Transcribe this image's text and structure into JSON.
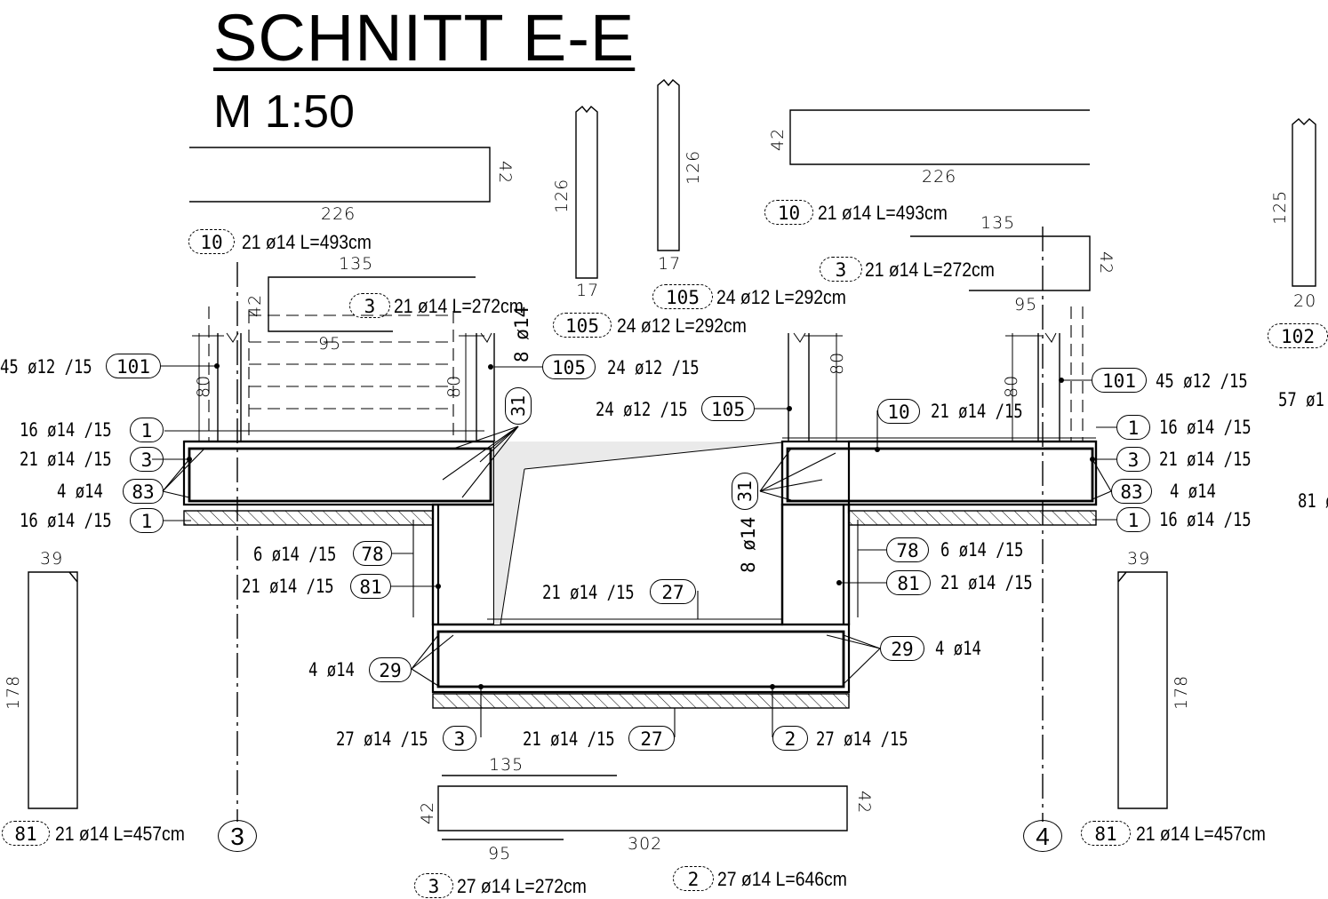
{
  "title": "SCHNITT E-E",
  "scale": "M 1:50",
  "axes": {
    "left": "3",
    "right": "4"
  },
  "bar_schedule": {
    "b10_left": {
      "pos": "10",
      "text": "21 ø14  L=493cm"
    },
    "b10_right": {
      "pos": "10",
      "text": "21 ø14  L=493cm"
    },
    "b3_left": {
      "pos": "3",
      "text": "21 ø14  L=272cm"
    },
    "b3_right": {
      "pos": "3",
      "text": "21 ø14  L=272cm"
    },
    "b3_bottom": {
      "pos": "3",
      "text": "27 ø14  L=272cm"
    },
    "b105_a": {
      "pos": "105",
      "text": "24 ø12  L=292cm"
    },
    "b105_b": {
      "pos": "105",
      "text": "24 ø12  L=292cm"
    },
    "b102": {
      "pos": "102"
    },
    "b81_left": {
      "pos": "81",
      "text": "21 ø14  L=457cm"
    },
    "b81_right": {
      "pos": "81",
      "text": "21 ø14  L=457cm"
    },
    "b2": {
      "pos": "2",
      "text": "27 ø14  L=646cm"
    }
  },
  "dims": {
    "d226a": "226",
    "d42a": "42",
    "d226b": "226",
    "d42b": "42",
    "d135a": "135",
    "d95a": "95",
    "d42c": "42",
    "d135b": "135",
    "d95b": "95",
    "d42d": "42",
    "d126a": "126",
    "d17a": "17",
    "d126b": "126",
    "d17b": "17",
    "d125": "125",
    "d20": "20",
    "d39a": "39",
    "d178a": "178",
    "d39b": "39",
    "d178b": "178",
    "d135c": "135",
    "d95c": "95",
    "d302": "302",
    "d42e": "42",
    "d42f": "42",
    "d80a": "80",
    "d80b": "80",
    "d80c": "80",
    "d80d": "80"
  },
  "callouts_left": [
    {
      "text": "45 ø12 /15",
      "pos": "101"
    },
    {
      "text": "16 ø14 /15",
      "pos": "1"
    },
    {
      "text": "21 ø14 /15",
      "pos": "3"
    },
    {
      "text": "4 ø14",
      "pos": "83"
    },
    {
      "text": "16 ø14 /15",
      "pos": "1"
    },
    {
      "text": "6 ø14 /15",
      "pos": "78"
    },
    {
      "text": "21 ø14 /15",
      "pos": "81"
    },
    {
      "text": "4 ø14",
      "pos": "29"
    },
    {
      "text": "27 ø14 /15",
      "pos": "3"
    },
    {
      "text": "21 ø14 /15",
      "pos": "27"
    }
  ],
  "callouts_right": [
    {
      "text": "45 ø12 /15",
      "pos": "101"
    },
    {
      "text": "16 ø14 /15",
      "pos": "1"
    },
    {
      "text": "21 ø14 /15",
      "pos": "3"
    },
    {
      "text": "4 ø14",
      "pos": "83"
    },
    {
      "text": "16 ø14 /15",
      "pos": "1"
    },
    {
      "text": "6 ø14 /15",
      "pos": "78"
    },
    {
      "text": "21 ø14 /15",
      "pos": "81"
    },
    {
      "text": "4 ø14",
      "pos": "29"
    },
    {
      "text": "27 ø14 /15",
      "pos": "2"
    }
  ],
  "callouts_center": {
    "c105_top": {
      "text": "24 ø12 /15",
      "pos": "105"
    },
    "c105_mid": {
      "text": "24 ø12 /15",
      "pos": "105"
    },
    "c10_mid": {
      "text": "21 ø14 /15",
      "pos": "10"
    },
    "c27_mid": {
      "text": "21 ø14 /15",
      "pos": "27"
    },
    "c8_left": "8 ø14",
    "c8_right": "8 ø14",
    "c31_left": "31",
    "c31_right": "31"
  },
  "cutoff_right": {
    "a": "57 ø1",
    "b": "81 ø"
  }
}
